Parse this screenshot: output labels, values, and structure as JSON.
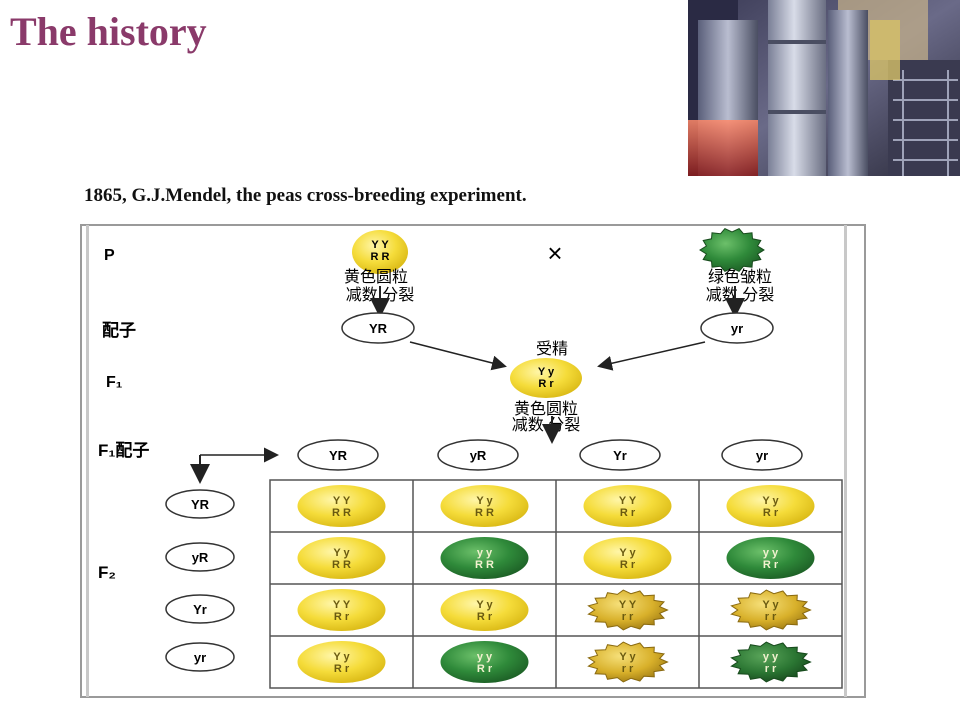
{
  "slide": {
    "title": "The history",
    "subtitle": "1865,  G.J.Mendel, the peas cross-breeding experiment.",
    "photo_icon": "laboratory-equipment-photo"
  },
  "diagram": {
    "row_labels": {
      "p": "P",
      "gametes": "配子",
      "f1": "F₁",
      "f1_gametes": "F₁配子",
      "f2": "F₂"
    },
    "cross_symbol": "×",
    "parent_yellow": {
      "genotype_top": "Y Y",
      "genotype_bottom": "R R",
      "phenotype": "黄色圆粒",
      "meiosis": "减数  分裂",
      "color": "#f5dc3a"
    },
    "parent_green": {
      "phenotype": "绿色皱粒",
      "meiosis": "减数  分裂",
      "color": "#2f8a3a"
    },
    "gamete_yellow": "YR",
    "gamete_green": "yr",
    "fertilization": "受精",
    "f1_seed": {
      "genotype_top": "Y y",
      "genotype_bottom": "R r",
      "phenotype": "黄色圆粒",
      "meiosis": "减数  分裂"
    },
    "f1_gametes": [
      "YR",
      "yR",
      "Yr",
      "yr"
    ],
    "f2_rows": [
      "YR",
      "yR",
      "Yr",
      "yr"
    ],
    "colors": {
      "yellow": "#f5dc3a",
      "yellow_light": "#fff6a8",
      "green": "#2f8a3a",
      "green_light": "#6cc06a",
      "wrinkled_yellow": "#c9a020",
      "wrinkled_green": "#256e2c"
    },
    "f2_grid": [
      [
        {
          "top": "Y Y",
          "bottom": "R R",
          "color": "yellow",
          "wrinkled": false
        },
        {
          "top": "Y y",
          "bottom": "R R",
          "color": "yellow",
          "wrinkled": false
        },
        {
          "top": "Y Y",
          "bottom": "R r",
          "color": "yellow",
          "wrinkled": false
        },
        {
          "top": "Y y",
          "bottom": "R r",
          "color": "yellow",
          "wrinkled": false
        }
      ],
      [
        {
          "top": "Y y",
          "bottom": "R R",
          "color": "yellow",
          "wrinkled": false
        },
        {
          "top": "y y",
          "bottom": "R R",
          "color": "green",
          "wrinkled": false
        },
        {
          "top": "Y y",
          "bottom": "R r",
          "color": "yellow",
          "wrinkled": false
        },
        {
          "top": "y y",
          "bottom": "R r",
          "color": "green",
          "wrinkled": false
        }
      ],
      [
        {
          "top": "Y Y",
          "bottom": "R r",
          "color": "yellow",
          "wrinkled": false
        },
        {
          "top": "Y y",
          "bottom": "R r",
          "color": "yellow",
          "wrinkled": false
        },
        {
          "top": "Y Y",
          "bottom": "r r",
          "color": "yellow",
          "wrinkled": true
        },
        {
          "top": "Y y",
          "bottom": "r r",
          "color": "yellow",
          "wrinkled": true
        }
      ],
      [
        {
          "top": "Y y",
          "bottom": "R r",
          "color": "yellow",
          "wrinkled": false
        },
        {
          "top": "y y",
          "bottom": "R r",
          "color": "green",
          "wrinkled": false
        },
        {
          "top": "Y y",
          "bottom": "r r",
          "color": "yellow",
          "wrinkled": true
        },
        {
          "top": "y y",
          "bottom": "r r",
          "color": "green",
          "wrinkled": true
        }
      ]
    ]
  }
}
